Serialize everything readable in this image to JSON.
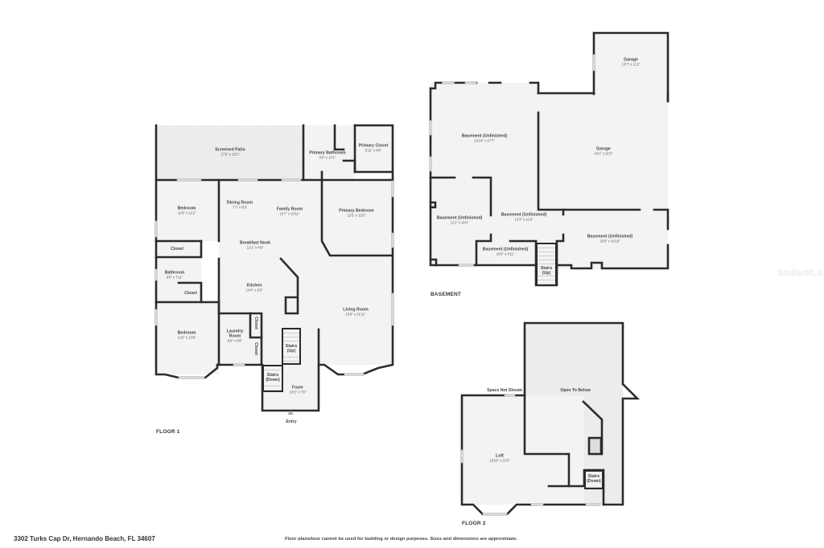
{
  "floors": {
    "floor1": {
      "label": "FLOOR 1",
      "rooms": [
        {
          "name": "Screened Patio",
          "dim": "27'6\" x 10'1\""
        },
        {
          "name": "Primary Bathroom",
          "dim": "9'0\" x 10'1\""
        },
        {
          "name": "Primary Closet",
          "dim": "6'11\" x 6'6\""
        },
        {
          "name": "Bedroom",
          "dim": "11'6\" x 11'2\""
        },
        {
          "name": "Dining Room",
          "dim": "7'7\" x 8'3\""
        },
        {
          "name": "Family Room",
          "dim": "10'7\" x 10'11\""
        },
        {
          "name": "Primary Bedroom",
          "dim": "12'5\" x 15'5\""
        },
        {
          "name": "Closet",
          "dim": ""
        },
        {
          "name": "Breakfast Nook",
          "dim": "12'1\" x 4'9\""
        },
        {
          "name": "Bathroom",
          "dim": "8'0\" x 7'11\""
        },
        {
          "name": "Closet",
          "dim": ""
        },
        {
          "name": "Kitchen",
          "dim": "14'4\" x 9'3\""
        },
        {
          "name": "Living Room",
          "dim": "13'6\" x 21'11\""
        },
        {
          "name": "Bedroom",
          "dim": "11'6\" x 13'8\""
        },
        {
          "name": "Laundry Room",
          "dim": "9'6\" x 9'6\""
        },
        {
          "name": "Closet",
          "dim": ""
        },
        {
          "name": "Closet",
          "dim": ""
        },
        {
          "name": "Stairs (Up)",
          "dim": ""
        },
        {
          "name": "Stairs (Down)",
          "dim": ""
        },
        {
          "name": "Foyer",
          "dim": "10'2\" x 7'8\""
        }
      ],
      "entry_label": "Entry"
    },
    "basement": {
      "label": "BASEMENT",
      "rooms": [
        {
          "name": "Garage",
          "dim": "13'7\" x 11'2\""
        },
        {
          "name": "Basement (Unfinished)",
          "dim": "19'10\" x 17'7\""
        },
        {
          "name": "Garage",
          "dim": "24'1\" x 21'5\""
        },
        {
          "name": "Basement (Unfinished)",
          "dim": "11'1\" x 16'0\""
        },
        {
          "name": "Basement (Unfinished)",
          "dim": "13'3\" x 11'9\""
        },
        {
          "name": "Basement (Unfinished)",
          "dim": "20'9\" x 10'10\""
        },
        {
          "name": "Basement (Unfinished)",
          "dim": "10'8\" x 3'11\""
        },
        {
          "name": "Stairs (Up)",
          "dim": ""
        }
      ]
    },
    "floor2": {
      "label": "FLOOR 2",
      "rooms": [
        {
          "name": "Space Not Shown",
          "dim": ""
        },
        {
          "name": "Open To Below",
          "dim": ""
        },
        {
          "name": "Loft",
          "dim": "19'10\" x 22'3\""
        },
        {
          "name": "Stairs (Down)",
          "dim": ""
        }
      ]
    }
  },
  "footer": {
    "address": "3302 Turks Cap Dr, Hernando Beach, FL 34607",
    "disclaimer": "Floor plans/tour cannot be used for building or design purposes. Sizes and dimensions are approximate."
  },
  "watermark": "StellarMLS"
}
